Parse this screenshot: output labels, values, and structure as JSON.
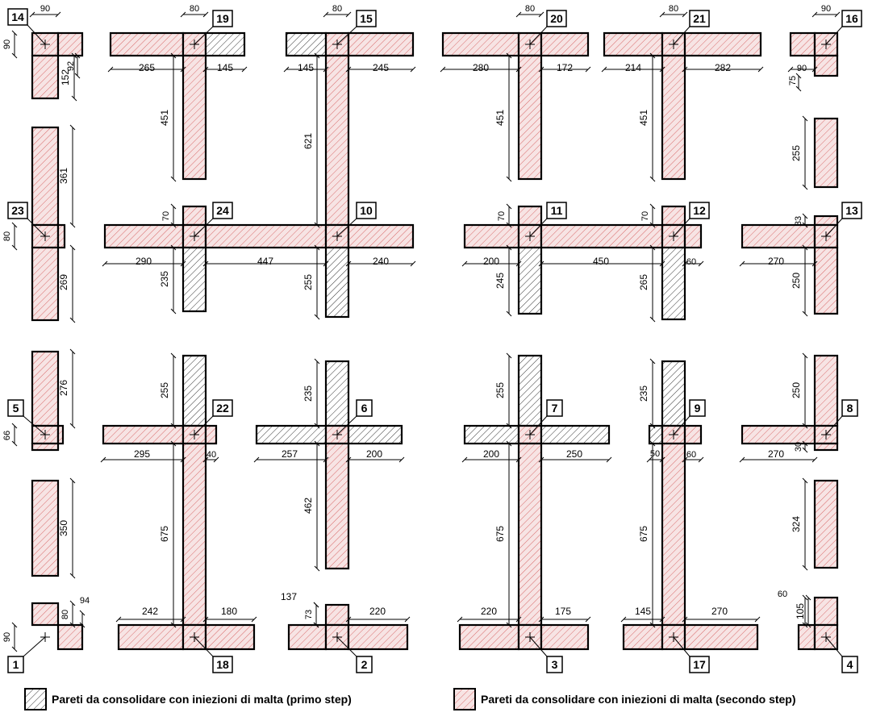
{
  "colors": {
    "stroke": "#000000",
    "hatch_first_step": "#333333",
    "hatch_second_step": "#d86a6a",
    "fill_second_step": "#f7e4e4",
    "fill_first_step": "#ffffff"
  },
  "node_labels": {
    "n1": "1",
    "n2": "2",
    "n3": "3",
    "n4": "4",
    "n5": "5",
    "n6": "6",
    "n7": "7",
    "n8": "8",
    "n9": "9",
    "n10": "10",
    "n11": "11",
    "n12": "12",
    "n13": "13",
    "n14": "14",
    "n15": "15",
    "n16": "16",
    "n17": "17",
    "n18": "18",
    "n19": "19",
    "n20": "20",
    "n21": "21",
    "n22": "22",
    "n23": "23",
    "n24": "24"
  },
  "dims": {
    "d14a": "90",
    "d14b": "90",
    "d14c": "152",
    "d14d": "92",
    "d19a": "80",
    "d19b": "265",
    "d19c": "145",
    "d19d": "451",
    "d15a": "80",
    "d15b": "145",
    "d15c": "245",
    "d15d": "621",
    "d20a": "80",
    "d20b": "280",
    "d20c": "172",
    "d20d": "451",
    "d21a": "80",
    "d21b": "214",
    "d21c": "282",
    "d21d": "451",
    "d16a": "90",
    "d16b": "90",
    "d16c": "75",
    "d23a": "361",
    "d23b": "80",
    "d23c": "269",
    "d24a": "70",
    "d24b": "290",
    "d24c": "447",
    "d24d": "235",
    "d10a": "240",
    "d10b": "255",
    "d11a": "70",
    "d11b": "200",
    "d11c": "450",
    "d11d": "245",
    "d12a": "70",
    "d12b": "60",
    "d12c": "265",
    "d13a": "33",
    "d13b": "270",
    "d13c": "250",
    "d16d": "255",
    "d5a": "276",
    "d5b": "66",
    "d22a": "255",
    "d22b": "295",
    "d22c": "40",
    "d22d": "675",
    "d6a": "235",
    "d6b": "257",
    "d6c": "200",
    "d6d": "462",
    "d7a": "255",
    "d7b": "200",
    "d7c": "250",
    "d7d": "675",
    "d9a": "235",
    "d9b": "50",
    "d9c": "60",
    "d9d": "675",
    "d8a": "250",
    "d8b": "270",
    "d8c": "30",
    "d5c": "350",
    "d8d": "324",
    "d1a": "94",
    "d1b": "80",
    "d1c": "90",
    "d18a": "242",
    "d18b": "180",
    "d2a": "137",
    "d2b": "73",
    "d2c": "220",
    "d3a": "220",
    "d3b": "175",
    "d17a": "145",
    "d17b": "270",
    "d4a": "60",
    "d4b": "105"
  },
  "legend": {
    "first_step": "Pareti da consolidare con iniezioni di malta (primo step)",
    "second_step": "Pareti da consolidare con iniezioni di malta (secondo step)"
  }
}
